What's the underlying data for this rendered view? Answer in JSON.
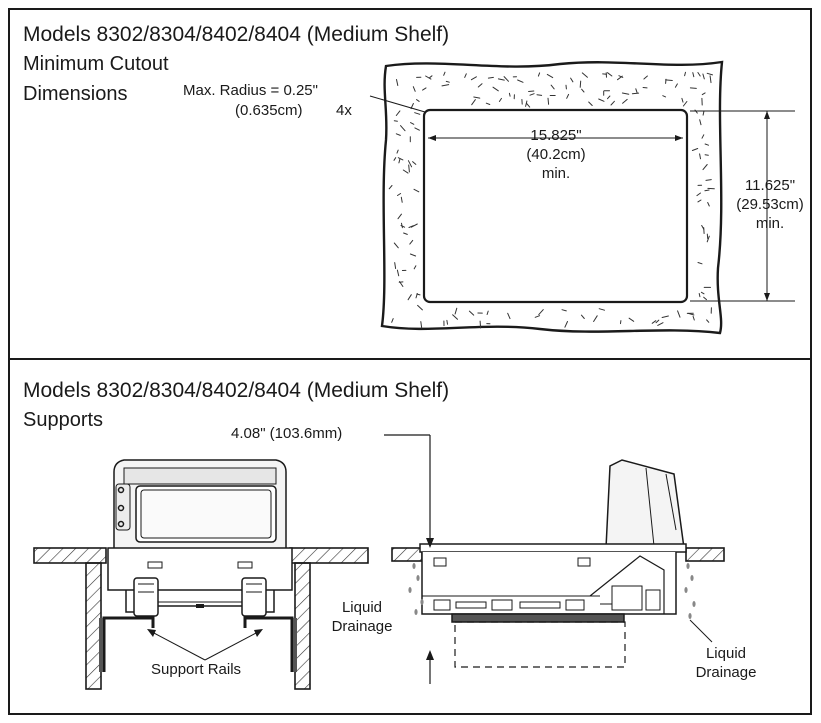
{
  "top_panel": {
    "title": "Models 8302/8304/8402/8404 (Medium Shelf)",
    "subtitle_line1": "Minimum Cutout",
    "subtitle_line2": "Dimensions",
    "radius_line1": "Max. Radius = 0.25\"",
    "radius_line2": "(0.635cm)",
    "radius_count": "4x",
    "width_line1": "15.825\"",
    "width_line2": "(40.2cm)",
    "width_line3": "min.",
    "height_line1": "11.625\"",
    "height_line2": "(29.53cm)",
    "height_line3": "min."
  },
  "bottom_panel": {
    "title": "Models 8302/8304/8402/8404 (Medium Shelf)",
    "subtitle": "Supports",
    "depth_label": "4.08\" (103.6mm)",
    "support_rails": "Support Rails",
    "liquid_left_line1": "Liquid",
    "liquid_left_line2": "Drainage",
    "liquid_right_line1": "Liquid",
    "liquid_right_line2": "Drainage"
  }
}
